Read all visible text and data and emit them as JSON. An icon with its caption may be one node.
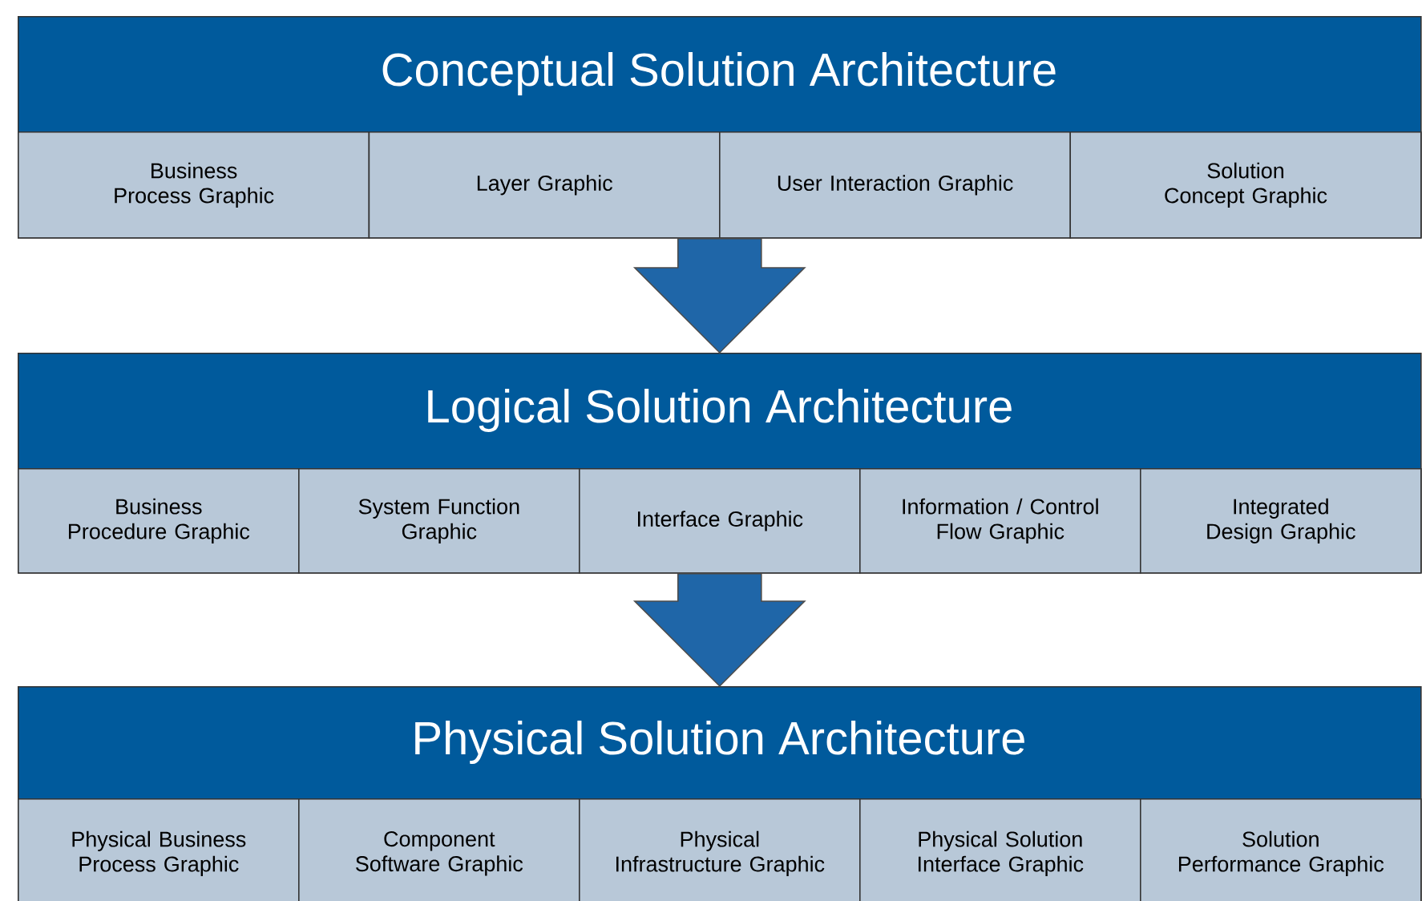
{
  "diagram": {
    "nodes": [
      {
        "text": [
          "Conceptual Solution Architecture"
        ]
      },
      {
        "text": [
          "Business Process Graphic"
        ],
        "in": 0
      },
      {
        "text": [
          "Layer Graphic"
        ],
        "in": 0
      },
      {
        "text": [
          "User Interaction Graphic"
        ],
        "in": 0
      },
      {
        "text": [
          "Solution Concept Graphic"
        ],
        "in": 0
      },
      {
        "text": [
          "Logical Solution Architecture"
        ]
      },
      {
        "text": [
          "Business Procedure Graphic"
        ],
        "in": 5
      },
      {
        "text": [
          "System Function Graphic"
        ],
        "in": 5
      },
      {
        "text": [
          "Interface Graphic"
        ],
        "in": 5
      },
      {
        "text": [
          "Information / Control Flow Graphic"
        ],
        "in": 5
      },
      {
        "text": [
          "Integrated Design Graphic"
        ],
        "in": 5
      },
      {
        "text": [
          "Physical Solution Architecture"
        ]
      },
      {
        "text": [
          "Physical Business Process Graphic"
        ],
        "in": 11
      },
      {
        "text": [
          "Component Software Graphic"
        ],
        "in": 11
      },
      {
        "text": [
          "Physical Infrastructure Graphic"
        ],
        "in": 11
      },
      {
        "text": [
          "Physical Solution Interface Graphic"
        ],
        "in": 11
      },
      {
        "text": [
          "Solution Performance Graphic"
        ],
        "in": 11
      }
    ],
    "edges": [
      {
        "from": 0,
        "to": 5,
        "arrow": "to"
      },
      {
        "from": 5,
        "to": 11,
        "arrow": "to"
      }
    ]
  }
}
